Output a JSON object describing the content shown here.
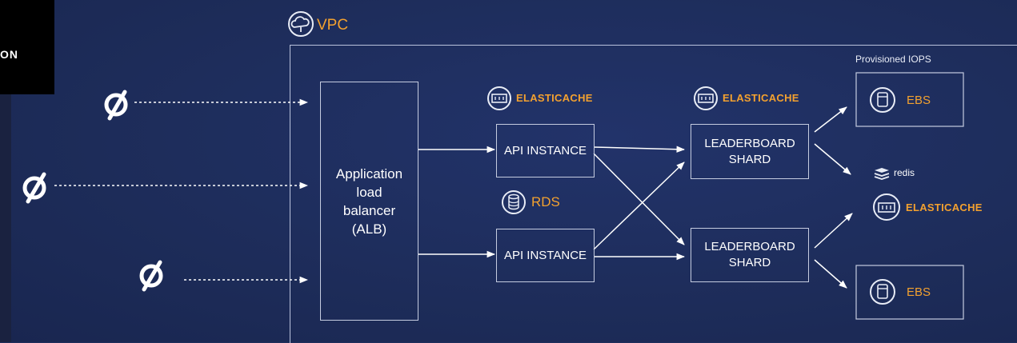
{
  "logo": {
    "text": "ON"
  },
  "vpc": {
    "label": "VPC",
    "icon": "cloud-icon"
  },
  "alb": {
    "label": "Application\nload\nbalancer\n(ALB)"
  },
  "api_instances": [
    {
      "label": "API INSTANCE"
    },
    {
      "label": "API INSTANCE"
    }
  ],
  "leaderboard_shards": [
    {
      "label": "LEADERBOARD\nSHARD"
    },
    {
      "label": "LEADERBOARD\nSHARD"
    }
  ],
  "elasticache_labels": [
    "ELASTICACHE",
    "ELASTICACHE",
    "ELASTICACHE"
  ],
  "rds": {
    "label": "RDS",
    "icon": "database-icon"
  },
  "ebs": [
    {
      "label": "EBS",
      "icon": "volume-icon"
    },
    {
      "label": "EBS",
      "icon": "volume-icon"
    }
  ],
  "provisioned_iops": "Provisioned IOPS",
  "redis": {
    "label": "redis",
    "icon": "redis-stack-icon"
  },
  "clients": [
    {
      "icon": "peloton-logo-icon"
    },
    {
      "icon": "peloton-logo-icon"
    },
    {
      "icon": "peloton-logo-icon"
    }
  ],
  "colors": {
    "background": "#1f2f5c",
    "accent": "#f3a12f",
    "line": "#ffffff",
    "box": "#c5cce0"
  }
}
